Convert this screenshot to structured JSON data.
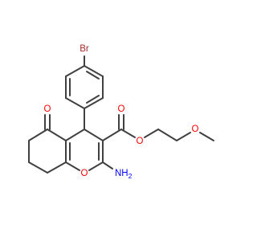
{
  "labels": {
    "bromine": "Br",
    "ketone_oxygen": "O",
    "ester_carbonyl_oxygen": "O",
    "ester_oxygen": "O",
    "ether_oxygen": "O",
    "ring_oxygen": "O",
    "amino_group": "NH",
    "amino_subscript": "2"
  },
  "colors": {
    "bond": "#404040",
    "carbon_text": "#404040",
    "oxygen": "#ff0000",
    "nitrogen": "#0000ff",
    "bromine": "#a52a2a"
  }
}
